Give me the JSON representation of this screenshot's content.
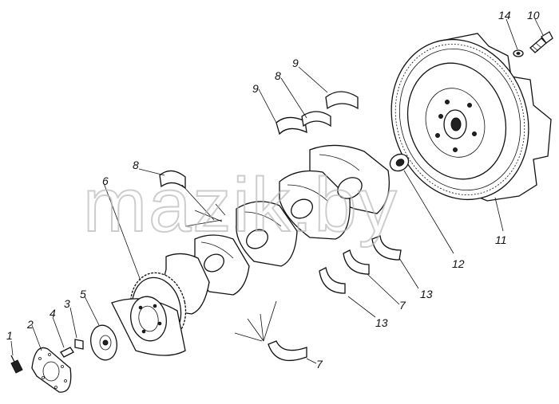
{
  "watermark": "mazik.by",
  "callouts": {
    "c1": "1",
    "c2": "2",
    "c3": "3",
    "c4": "4",
    "c5": "5",
    "c6": "6",
    "c7a": "7",
    "c7b": "7",
    "c8a": "8",
    "c8b": "8",
    "c9a": "9",
    "c9b": "9",
    "c10": "10",
    "c11": "11",
    "c12": "12",
    "c13a": "13",
    "c13b": "13",
    "c14": "14"
  }
}
